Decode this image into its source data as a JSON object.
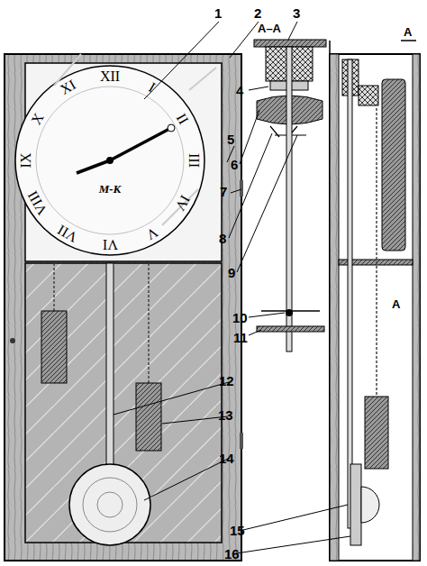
{
  "diagram": {
    "labels": [
      "1",
      "2",
      "3",
      "4",
      "5",
      "6",
      "7",
      "8",
      "9",
      "10",
      "11",
      "12",
      "13",
      "14",
      "15",
      "16",
      "A–A",
      "A",
      "A",
      "XII",
      "I",
      "II",
      "III",
      "IV",
      "V",
      "VI",
      "VII",
      "VIII",
      "IX",
      "X",
      "XI",
      "М-К"
    ]
  }
}
